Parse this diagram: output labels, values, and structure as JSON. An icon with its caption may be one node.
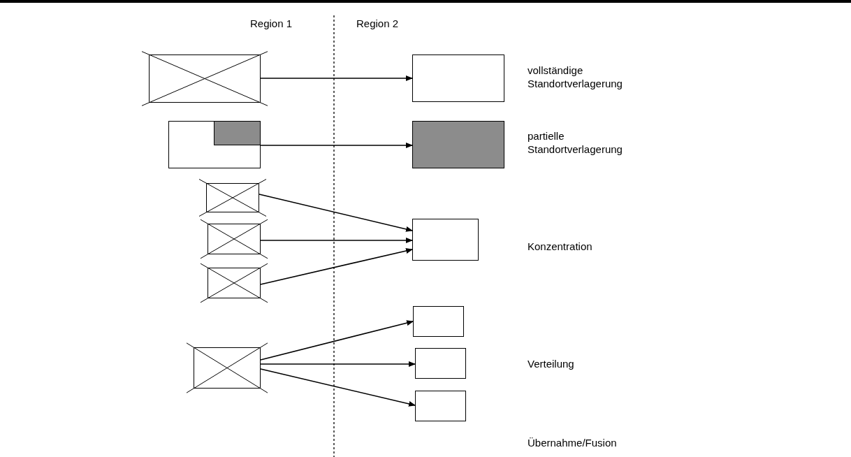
{
  "diagram": {
    "nodes": [
      {
        "text": [],
        "shape": "box"
      },
      {
        "text": [],
        "shape": "box"
      },
      {
        "text": [],
        "shape": "box"
      },
      {
        "text": [],
        "shape": "box"
      },
      {
        "text": [],
        "shape": "box"
      },
      {
        "text": [],
        "shape": "box"
      },
      {
        "text": [],
        "shape": "box"
      },
      {
        "text": [],
        "shape": "box"
      },
      {
        "text": [],
        "shape": "box"
      },
      {
        "text": [],
        "shape": "box"
      },
      {
        "text": [],
        "shape": "box"
      },
      {
        "text": [],
        "shape": "box"
      }
    ],
    "edges": [
      {
        "from": 0,
        "to": 1,
        "arrow": "to"
      },
      {
        "from": 2,
        "to": 3,
        "arrow": "to"
      },
      {
        "from": 4,
        "to": 7,
        "arrow": "to"
      },
      {
        "from": 5,
        "to": 7,
        "arrow": "to"
      },
      {
        "from": 6,
        "to": 7,
        "arrow": "to"
      },
      {
        "from": 8,
        "to": 9,
        "arrow": "to"
      },
      {
        "from": 8,
        "to": 10,
        "arrow": "to"
      },
      {
        "from": 8,
        "to": 11,
        "arrow": "to"
      }
    ],
    "labels": [
      "Region 1",
      "Region 2",
      "vollständige Standortverlagerung",
      "partielle Standortverlagerung",
      "Konzentration",
      "Verteilung",
      "Übernahme/Fusion"
    ]
  }
}
